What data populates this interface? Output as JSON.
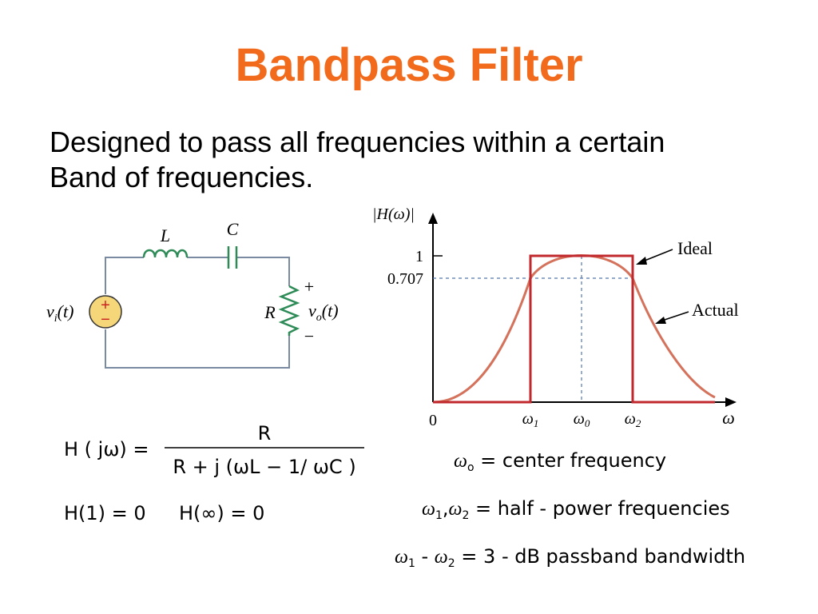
{
  "slide": {
    "title": "Bandpass Filter",
    "description_line1": "Designed to pass all frequencies within a certain",
    "description_line2": "Band of frequencies."
  },
  "circuit": {
    "inductor_label": "L",
    "capacitor_label": "C",
    "resistor_label": "R",
    "source_label": "v",
    "source_sub": "i",
    "source_arg": "(t)",
    "output_label": "v",
    "output_sub": "o",
    "output_arg": "(t)",
    "plus": "+",
    "minus": "−",
    "source_plus": "+",
    "source_minus": "−"
  },
  "graph": {
    "ylabel": "|H(ω)|",
    "xlabel": "ω",
    "y_tick_one": "1",
    "y_tick_707": "0.707",
    "x_origin": "0",
    "w1": "ω",
    "w1_sub": "1",
    "w0": "ω",
    "w0_sub": "0",
    "w2": "ω",
    "w2_sub": "2",
    "ideal_label": "Ideal",
    "actual_label": "Actual",
    "colors": {
      "ideal": "#c0282d",
      "actual": "#d4725c",
      "dashed": "#5577aa",
      "axes": "#000000"
    }
  },
  "formulas": {
    "transfer_lhs": "H ( jω) =",
    "transfer_num": "R",
    "transfer_den": "R + j (ωL − 1/ ωC )",
    "h_one": "H(1) = 0",
    "h_inf": "H(∞) = 0",
    "center_sym": "ω",
    "center_sub": "o",
    "center_text": " =  center frequency",
    "half_sym1": "ω",
    "half_sub1": "1",
    "half_comma": ",",
    "half_sym2": "ω",
    "half_sub2": "2",
    "half_text": " =  half - power frequencies",
    "bw_sym1": "ω",
    "bw_sub1": "1",
    "bw_dash": " - ",
    "bw_sym2": "ω",
    "bw_sub2": "2",
    "bw_text": " =  3 - dB passband bandwidth"
  }
}
